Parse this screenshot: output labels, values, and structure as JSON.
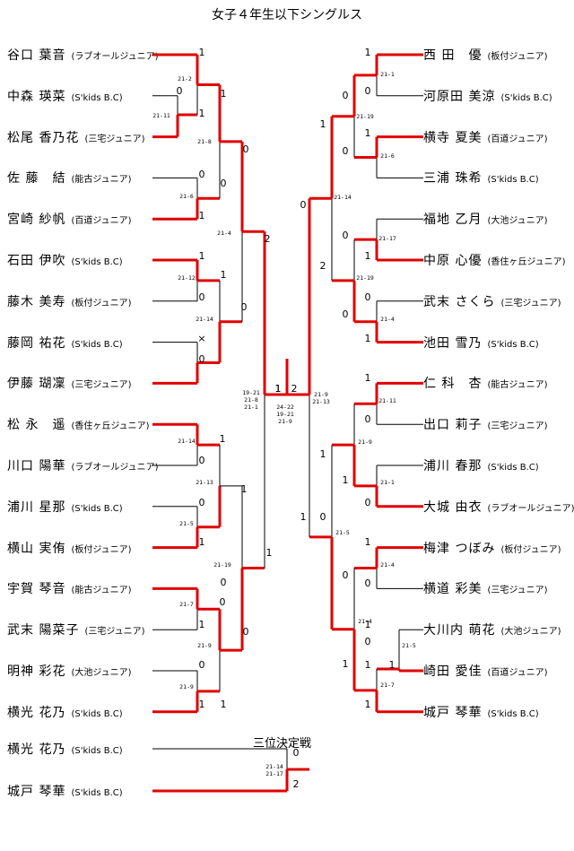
{
  "title": "女子４年生以下シングルス",
  "third_place_label": "三位決定戦",
  "colors": {
    "winner_line": "#e00000",
    "line": "#000000"
  },
  "left_players": [
    {
      "name": "谷口 葉音",
      "club": "(ラブオールジュニア)"
    },
    {
      "name": "中森 瑛菜",
      "club": "(S'kids B.C)"
    },
    {
      "name": "松尾 香乃花",
      "club": "(三宅ジュニア)"
    },
    {
      "name": "佐 藤　結",
      "club": "(能古ジュニア)"
    },
    {
      "name": "宮崎 紗帆",
      "club": "(百道ジュニア)"
    },
    {
      "name": "石田 伊吹",
      "club": "(S'kids B.C)"
    },
    {
      "name": "藤木 美寿",
      "club": "(板付ジュニア)"
    },
    {
      "name": "藤岡 祐花",
      "club": "(S'kids B.C)"
    },
    {
      "name": "伊藤 瑚凜",
      "club": "(三宅ジュニア)"
    },
    {
      "name": "松 永　遥",
      "club": "(香住ヶ丘ジュニア)"
    },
    {
      "name": "川口 陽華",
      "club": "(ラブオールジュニア)"
    },
    {
      "name": "浦川 星那",
      "club": "(S'kids B.C)"
    },
    {
      "name": "横山 実侑",
      "club": "(板付ジュニア)"
    },
    {
      "name": "宇賀 琴音",
      "club": "(能古ジュニア)"
    },
    {
      "name": "武末 陽菜子",
      "club": "(三宅ジュニア)"
    },
    {
      "name": "明神 彩花",
      "club": "(大池ジュニア)"
    },
    {
      "name": "横光 花乃",
      "club": "(S'kids B.C)"
    }
  ],
  "right_players": [
    {
      "name": "西 田　優",
      "club": "(板付ジュニア)"
    },
    {
      "name": "河原田 美涼",
      "club": "(S'kids B.C)"
    },
    {
      "name": "横寺 夏美",
      "club": "(百道ジュニア)"
    },
    {
      "name": "三浦 珠希",
      "club": "(S'kids B.C)"
    },
    {
      "name": "福地 乙月",
      "club": "(大池ジュニア)"
    },
    {
      "name": "中原 心優",
      "club": "(香住ヶ丘ジュニア)"
    },
    {
      "name": "武末 さくら",
      "club": "(三宅ジュニア)"
    },
    {
      "name": "池田 雪乃",
      "club": "(S'kids B.C)"
    },
    {
      "name": "仁 科　杏",
      "club": "(能古ジュニア)"
    },
    {
      "name": "出口 莉子",
      "club": "(三宅ジュニア)"
    },
    {
      "name": "浦川 春那",
      "club": "(S'kids B.C)"
    },
    {
      "name": "大城 由衣",
      "club": "(ラブオールジュニア)"
    },
    {
      "name": "梅津 つぼみ",
      "club": "(板付ジュニア)"
    },
    {
      "name": "横道 彩美",
      "club": "(三宅ジュニア)"
    },
    {
      "name": "大川内 萌花",
      "club": "(大池ジュニア)"
    },
    {
      "name": "崎田 愛佳",
      "club": "(百道ジュニア)"
    },
    {
      "name": "城戸 琴華",
      "club": "(S'kids B.C)"
    }
  ],
  "third_place_players": [
    {
      "name": "横光 花乃",
      "club": "(S'kids B.C)"
    },
    {
      "name": "城戸 琴華",
      "club": "(S'kids B.C)"
    }
  ],
  "left_scores": [
    "1",
    "0",
    "1",
    "0",
    "1",
    "1",
    "0",
    "×",
    "0",
    "1",
    "0",
    "0",
    "1",
    "0",
    "1",
    "0",
    "1",
    "1",
    "0",
    "1",
    "0",
    "1",
    "0",
    "0",
    "1",
    "0",
    "1",
    "2",
    "1"
  ],
  "left_results": [
    "21-2",
    "21-11",
    "21-8",
    "21-6",
    "21-4",
    "21-12",
    "21-14",
    "21-14",
    "21-13",
    "21-5",
    "21-19",
    "21-7",
    "21-9",
    "21-9"
  ],
  "right_scores": [
    "1",
    "0",
    "1",
    "0",
    "0",
    "1",
    "0",
    "1",
    "1",
    "0",
    "1",
    "0",
    "1",
    "0",
    "1",
    "1",
    "1",
    "0",
    "1",
    "0",
    "2",
    "0",
    "1",
    "0",
    "0",
    "1",
    "1",
    "0",
    "1"
  ],
  "right_results": [
    "21-1",
    "21-6",
    "21-17",
    "21-4",
    "21-19",
    "21-19",
    "21-14",
    "21-11",
    "21-1",
    "21-9",
    "21-4",
    "21-5",
    "21-7",
    "21-4",
    "21-5"
  ],
  "final": {
    "left_score": "1",
    "right_score": "2",
    "semi_left_result": [
      "19-21",
      "21-8",
      "21-1"
    ],
    "final_result": [
      "24-22",
      "19-21",
      "21-9"
    ],
    "semi_right_result": [
      "21-9",
      "21-13"
    ]
  },
  "third_place": {
    "top_score": "0",
    "bottom_score": "2",
    "result": [
      "21-14",
      "21-17"
    ]
  }
}
